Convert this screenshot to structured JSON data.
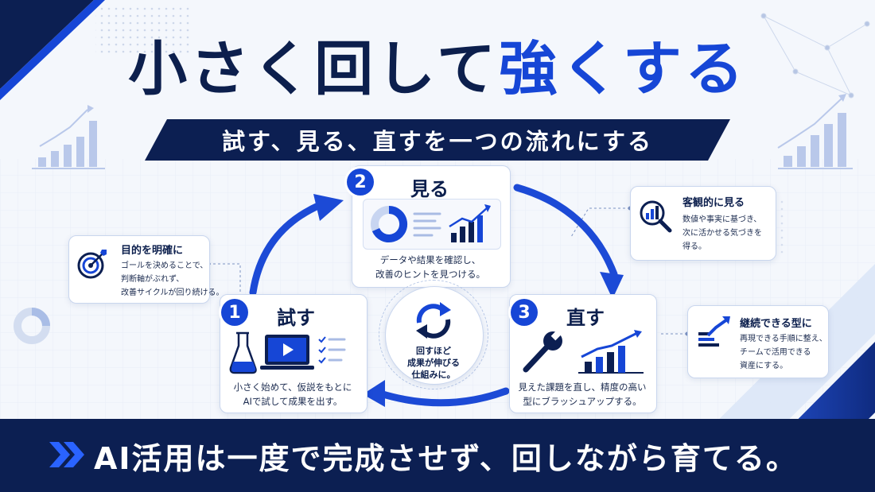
{
  "title": {
    "part1": "小さく回して",
    "part2": "強くする"
  },
  "subtitle": "試す、見る、直すを一つの流れにする",
  "steps": [
    {
      "number": "1",
      "title": "試す",
      "desc_line1": "小さく始めて、仮説をもとに",
      "desc_line2": "AIで試して成果を出す。"
    },
    {
      "number": "2",
      "title": "見る",
      "desc_line1": "データや結果を確認し、",
      "desc_line2": "改善のヒントを見つける。"
    },
    {
      "number": "3",
      "title": "直す",
      "desc_line1": "見えた課題を直し、精度の高い",
      "desc_line2": "型にブラッシュアップする。"
    }
  ],
  "center": {
    "line1": "回すほど",
    "line2": "成果が伸びる",
    "line3": "仕組みに。"
  },
  "side_cards": [
    {
      "title": "目的を明確に",
      "line1": "ゴールを決めることで、",
      "line2": "判断軸がぶれず、",
      "line3": "改善サイクルが回り続ける。",
      "icon": "target-icon"
    },
    {
      "title": "客観的に見る",
      "line1": "数値や事実に基づき、",
      "line2": "次に活かせる気づきを",
      "line3": "得る。",
      "icon": "magnifier-chart-icon"
    },
    {
      "title": "継続できる型に",
      "line1": "再現できる手順に整え、",
      "line2": "チームで活用できる",
      "line3": "資産にする。",
      "icon": "growth-steps-icon"
    }
  ],
  "bottom_message": "AI活用は一度で完成させず、回しながら育てる。",
  "colors": {
    "navy": "#0c1f52",
    "accent": "#1646d6",
    "light": "#f4f7fc"
  }
}
